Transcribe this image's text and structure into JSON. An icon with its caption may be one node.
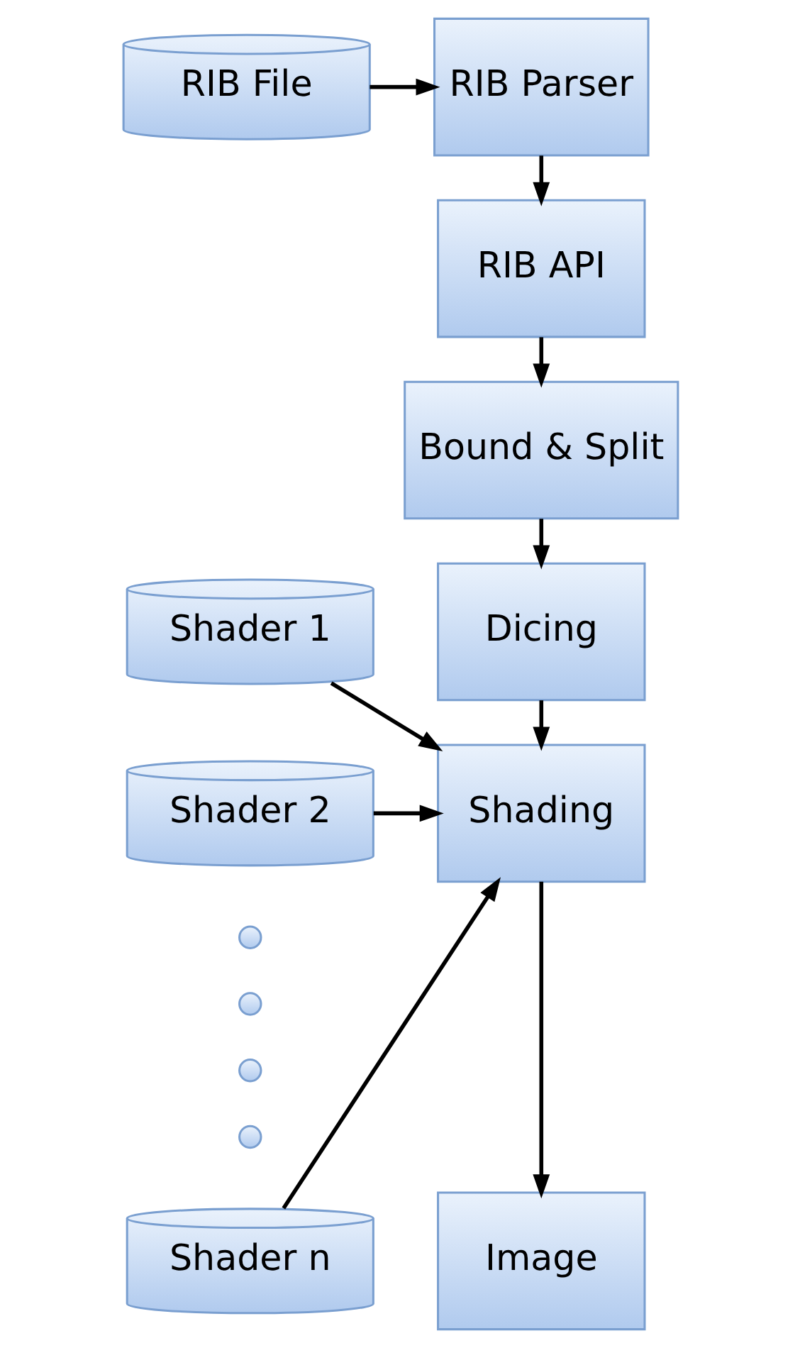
{
  "diagram": {
    "nodes": [
      {
        "text": [
          "RIB File"
        ]
      },
      {
        "text": [
          "RIB Parser"
        ]
      },
      {
        "text": [
          "RIB API"
        ]
      },
      {
        "text": [
          "Bound & Split"
        ]
      },
      {
        "text": [
          "Dicing"
        ]
      },
      {
        "text": [
          "Shader 1"
        ]
      },
      {
        "text": [
          "Shading"
        ]
      },
      {
        "text": [
          "Shader 2"
        ]
      },
      {
        "text": [],
        "shape": "circle"
      },
      {
        "text": [],
        "shape": "circle"
      },
      {
        "text": [],
        "shape": "circle"
      },
      {
        "text": [],
        "shape": "circle"
      },
      {
        "text": [
          "Shader n"
        ]
      },
      {
        "text": [
          "Image"
        ]
      }
    ],
    "edges": [
      {
        "from": 0,
        "to": 1,
        "arrow": "to"
      },
      {
        "from": 1,
        "to": 2,
        "arrow": "to"
      },
      {
        "from": 2,
        "to": 3,
        "arrow": "to"
      },
      {
        "from": 3,
        "to": 4,
        "arrow": "to"
      },
      {
        "from": 4,
        "to": 6,
        "arrow": "to"
      },
      {
        "from": 5,
        "to": 6,
        "arrow": "to"
      },
      {
        "from": 7,
        "to": 6,
        "arrow": "to"
      },
      {
        "from": 12,
        "to": 6,
        "arrow": "to"
      },
      {
        "from": 6,
        "to": 13,
        "arrow": "to"
      }
    ]
  }
}
